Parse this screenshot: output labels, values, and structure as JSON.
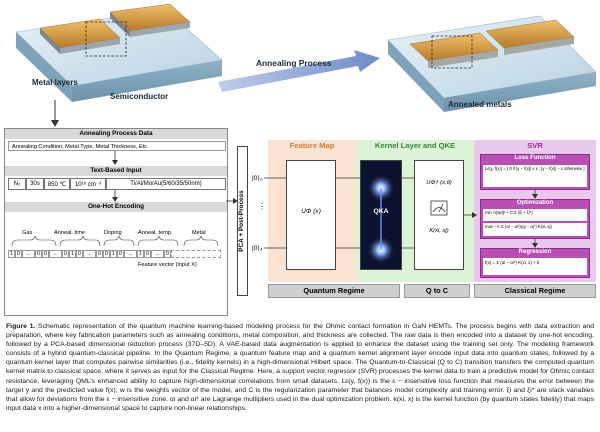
{
  "top": {
    "metal_layers_label": "Metal layers",
    "semiconductor_label": "Semiconductor",
    "annealing_process_label": "Annealing Process",
    "annealed_metals_label": "Annealed metals"
  },
  "left_panel": {
    "annealing_data_title": "Annealing Process Data",
    "annealing_data_desc": "Annealing Condition, Metal Type, Metal Thickness, Etc.",
    "text_input_title": "Text-Based Input",
    "text_input_cells": [
      "N₂",
      "30s",
      "850 ℃",
      "10¹⁸ cm⁻³",
      "Ti/Al/Mo/Au(5/60/35/50nm)"
    ],
    "one_hot_title": "One-Hot Encoding",
    "groups": [
      "Gas",
      "Anneal. time",
      "Doping",
      "Anneal. temp.",
      "Metal"
    ],
    "bits": [
      "1",
      "0",
      "...",
      "0",
      "0",
      "...",
      "0",
      "1",
      "0",
      "...",
      "0",
      "0",
      "1",
      "0",
      "...",
      "1",
      "0",
      "...",
      "0"
    ],
    "feature_vector_label": "Feature vector (input X)"
  },
  "pca_label": "PCA + Post-Process",
  "quantum": {
    "feature_map_title": "Feature Map",
    "kernel_title": "Kernel Layer and QKE",
    "svr_title": "SVR",
    "ket_top": "|0⟩₀",
    "ket_dots": "⋮",
    "ket_bottom": "|0⟩₄",
    "uphi_label": "UΦ (x)",
    "qka_label": "QKA",
    "udag_label": "UΦ† (x,θ)",
    "kernel_fn_label": "K(xi, xj)",
    "loss_title": "Loss Function",
    "loss_eq": "Lε(y, f(x)) = { 0  if |y − f(x)| ≤ ε ;  |y − f(x)| − ε  otherwise }",
    "opt_title": "Optimization",
    "opt_eq1": "min ½||w||² + C Σ (ξi + ξi*)",
    "opt_eq2": "max −½ Σ (αi − αi*)(αj − αj*) K(xi, xj)",
    "reg_title": "Regression",
    "reg_eq": "f(x) = Σ (αi − αi*) K(xi, x) + b",
    "footer_quantum": "Quantum Regime",
    "footer_q2c": "Q to C",
    "footer_classical": "Classical Regime"
  },
  "caption": {
    "label": "Figure 1.",
    "text": "Schematic representation of the quantum machine learning-based modeling process for the Ohmic contact formation in GaN HEMTs. The process begins with data extraction and preparation, where key fabrication parameters such as annealing conditions, metal composition, and thickness are collected. The raw data is then encoded into a dataset by one-hot encoding, followed by a PCA-based dimensional reduction process (37D–5D). A VAE-based data augmentation is applied to enhance the dataset using the training set only. The modeling framework consists of a hybrid quantum-classical pipeline. In the Quantum Regime, a quantum feature map and a quantum kernel alignment layer encode input data into quantum states, followed by a quantum kernel layer that computes pairwise similarities (i.e., fidelity kernels) in a high-dimensional Hilbert space. The Quantum-to-Classical (Q to C) transition transfers the computed quantum kernel matrix to classical space, where it serves as input for the Classical Regime. Here, a support vector regressor (SVR) processes the kernel data to train a predictive model for Ohmic contact resistance, leveraging QML’s enhanced ability to capture high-dimensional correlations from small datasets. Lε(y, f(x)) is the ε − insensitive loss function that measures the error between the target y and the predicted value f(x); w is the weights vector of the model, and C is the regularization parameter that balances model complexity and training error. ξi and ξi* are slack variables that allow for deviations from the ε − insensitive zone. αi and αi* are Lagrange multipliers used in the dual optimization problem. k(xi, x) is the kernel function (by quantum states fidelity) that maps input data x into a higher-dimensional space to capture non-linear relationships."
  }
}
